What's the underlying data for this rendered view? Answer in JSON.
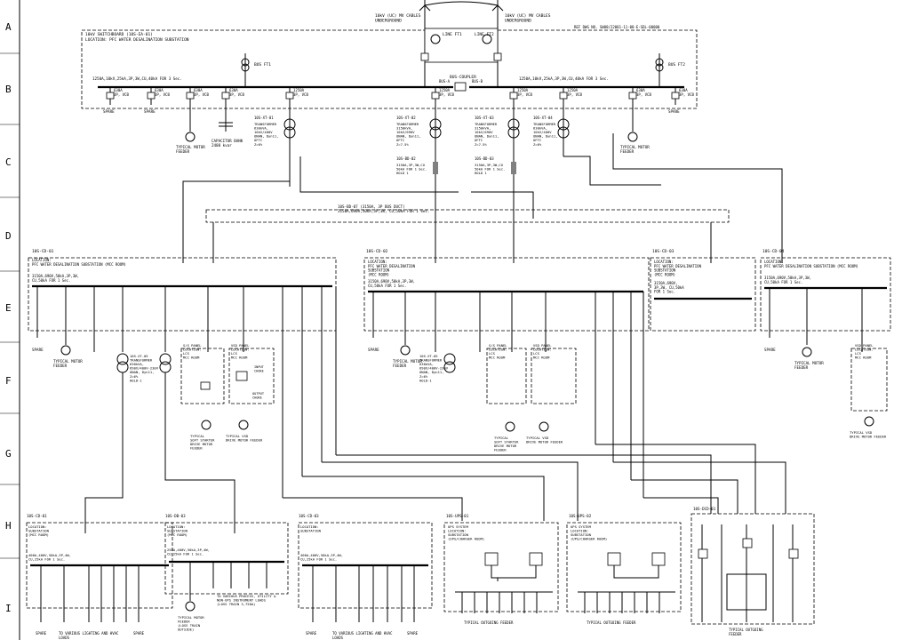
{
  "rows": [
    "A",
    "B",
    "C",
    "D",
    "E",
    "F",
    "G",
    "H",
    "I"
  ],
  "incomers": {
    "left": "10kV (UC) MV CABLES\nUNDERGROUND",
    "right": "10kV (UC) MV CABLES\nUNDERGROUND",
    "line_ft1": "LINE FT1",
    "line_ft2": "LINE FT2",
    "bus_coupler": "BUS-COUPLER",
    "bus_a": "BUS-A",
    "bus_b": "BUS-B",
    "bus_ft1": "BUS FT1",
    "bus_ft2": "BUS FT2"
  },
  "mv_switchboard": {
    "title": "10kV SWITCHBOARD (10S-EA-01)",
    "location": "LOCATION: PFC WATER DESALINATION SUBSTATION",
    "ref": "REF DWG NO. SW08/22081-11-08-E-SDL-00000",
    "rating_left": "1250A,10kV,25kA,3P,3W,CU,40kA FOR 3 Sec.",
    "rating_right": "1250A,10kV,25kA,3P,3W,CU,40kA FOR 3 Sec.",
    "breakers": [
      {
        "id": "b1",
        "label": "630A\n3P, VCB"
      },
      {
        "id": "b2",
        "label": "630A\n3P, VCB"
      },
      {
        "id": "b3",
        "label": "630A\n3P, VCB"
      },
      {
        "id": "b4",
        "label": "630A\n3P, VCB"
      },
      {
        "id": "b5",
        "label": "1250A\n3P, VCB"
      },
      {
        "id": "b6",
        "label": "1250A\n3P, VCB"
      },
      {
        "id": "b7",
        "label": "1250A\n3P, VCB"
      },
      {
        "id": "b8",
        "label": "1250A\n3P, VCB"
      },
      {
        "id": "b9",
        "label": "630A\n3P, VCB"
      },
      {
        "id": "b10",
        "label": "630A\n3P, VCB"
      }
    ],
    "spare": "SPARE",
    "motor_feeder": "TYPICAL MOTOR\nFEEDER",
    "capacitor": "CAPACITOR BANK\n2400 kvar",
    "transformers": [
      {
        "tag": "10S-XT-01",
        "spec": "TRANSFORMER\n630kVA,\n10kV/400V\nONAN, Dyn11,\nOFTC\nZ=6%"
      },
      {
        "tag": "10S-XT-02",
        "spec": "TRANSFORMER\n3150kVA,\n10kV/690V\nONAN, Dyn11,\nOFTC\nZ=7.5%"
      },
      {
        "tag": "10S-XT-03",
        "spec": "TRANSFORMER\n3150kVA,\n10kV/690V\nONAN, Dyn11,\nOFTC\nZ=7.5%"
      },
      {
        "tag": "10S-XT-04",
        "spec": "TRANSFORMER\n630kVA,\n10kV/400V\nONAN, Dyn11,\nOFTC\nZ=6%"
      }
    ],
    "busducts": [
      {
        "tag": "10S-BD-02",
        "spec": "3150A,3P,3W,CU\n50kA FOR 1 Sec.\nHOLD 1"
      },
      {
        "tag": "10S-BD-03",
        "spec": "3150A,3P,3W,CU\n50kA FOR 1 Sec.\nHOLD 1"
      }
    ]
  },
  "bus_duct_main": "10S-BD-07 (3150A, 3P BUS DUCT)\n3150A,690V,50kA,3P,3W, CU,50kA FOR 1 Sec.",
  "lv_boards": [
    {
      "tag": "10S-CD-01",
      "loc": "LOCATION:\nPFC WATER DESALINATION SUBSTATION (MCC ROOM)",
      "rating": "3150A,690V,50kA,3P,3W,\nCU,50kA FOR 1 Sec."
    },
    {
      "tag": "10S-CD-02",
      "loc": "LOCATION:\nPFC WATER DESALINATION\nSUBSTATION\n(MCC ROOM)",
      "rating": "3150A,690V,50kA,3P,3W,\nCU,50kA FOR 1 Sec."
    },
    {
      "tag": "10S-CD-03",
      "loc": "LOCATION:\nPFC WATER DESALINATION\nSUBSTATION\n(MCC ROOM)",
      "rating": "3150A,690V,\n3P,3W, CU,50kA\nFOR 1 Sec."
    },
    {
      "tag": "10S-CD-04",
      "loc": "LOCATION:\nPFC WATER DESALINATION SUBSTATION (MCC ROOM)",
      "rating": "3150A,690V,50kA,3P,3W,\nCU,50kA FOR 1 Sec."
    }
  ],
  "lv_feeders": {
    "spare": "SPARE",
    "motor": "TYPICAL MOTOR\nFEEDER",
    "ss_panel": "S/S PANEL\nLOCATION:\nLCS\nMCC ROOM",
    "vsd_panel": "VSD PANEL\nLOCATION:\nLCS\nMCC ROOM",
    "input_choke": "INPUT\nCHOKE",
    "output_choke": "OUTPUT\nCHOKE",
    "soft_starter": "TYPICAL\nSOFT STARTER\nDRIVE MOTOR\nFEEDER",
    "vsd_motor": "TYPICAL VSD\nDRIVE MOTOR FEEDER",
    "lv_tx": "10S-XT-05\nTRANSFORMER\n630kVA,\n690V/400V-230V\nONAN, Dyn11,\nZ=6%\nHOLD-1"
  },
  "bottom_boards": [
    {
      "tag": "10S-CD-01",
      "title": "LOCATION:\nSUBSTATION\n(MCC ROOM)",
      "rating": "400A,400V,50kA,3P,4W,\nCU,25kA FOR 1 Sec.",
      "note": "TO VARIOUS LIGHTING AND HVAC\nLOADS"
    },
    {
      "tag": "10S-DB-03",
      "title": "LOCATION:\nSUBSTATION\n(MCC ROOM)",
      "rating": "250A,400V,50kA,3P,4W,\nCU,25kA FOR 1 Sec.",
      "note": "TO VARIOUS PROCESS, UTILITY &\nNON-UPS INSTRUMENT LOADS\n(LOSS TRAIN 3,750A)"
    },
    {
      "tag": "10S-CD-03",
      "title": "LOCATION:\nSUBSTATION",
      "rating": "400A,400V,50kA,3P,4W,\nCU,25kA FOR 1 Sec.",
      "note": "TO VARIOUS LIGHTING AND HVAC\nLOADS"
    },
    {
      "tag": "10S-UPS-01",
      "title": "UPS SYSTEM\nLOCATION:\nSUBSTATION\n(UPS/CHARGER ROOM)",
      "rating": "",
      "note": "TYPICAL OUTGOING FEEDER"
    },
    {
      "tag": "10S-UPS-02",
      "title": "UPS SYSTEM\nLOCATION:\nSUBSTATION\n(UPS/CHARGER ROOM)",
      "rating": "",
      "note": "TYPICAL OUTGOING FEEDER"
    },
    {
      "tag": "10S-DCD-01",
      "title": "",
      "rating": "",
      "note": "TYPICAL OUTGOING\nFEEDER"
    }
  ],
  "bottom_misc": {
    "spare": "SPARE",
    "motor_feeder_bottom": "TYPICAL MOTOR\nFEEDER\n(LOSS TRAIN\nOUTSIDE)"
  }
}
